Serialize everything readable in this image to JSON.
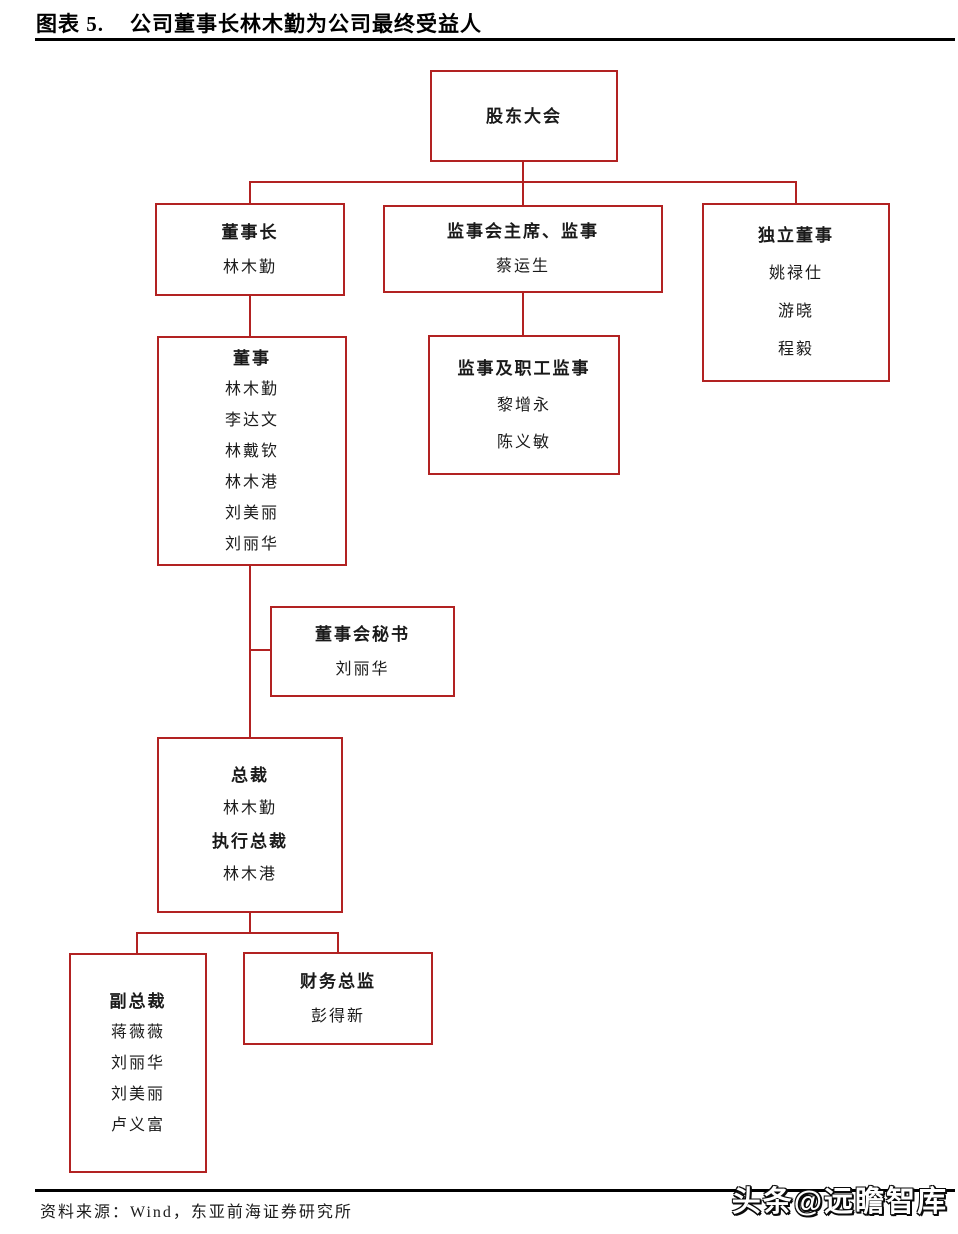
{
  "page": {
    "figure_label": "图表 5.",
    "figure_title": "公司董事长林木勤为公司最终受益人",
    "source": "资料来源：Wind，东亚前海证券研究所",
    "watermark": "头条@远瞻智库"
  },
  "colors": {
    "box_border": "#B22222",
    "connector": "#B22222",
    "rule": "#000000",
    "text": "#1A1A1A",
    "watermark_fill": "#FFFFFF",
    "watermark_outline": "#0A0A0A"
  },
  "org_chart": {
    "shareholders": {
      "title": "股东大会"
    },
    "chairman": {
      "title": "董事长",
      "members": [
        "林木勤"
      ]
    },
    "supervisory_chairman": {
      "title": "监事会主席、监事",
      "members": [
        "蔡运生"
      ]
    },
    "independent_directors": {
      "title": "独立董事",
      "members": [
        "姚禄仕",
        "游晓",
        "程毅"
      ]
    },
    "directors": {
      "title": "董事",
      "members": [
        "林木勤",
        "李达文",
        "林戴钦",
        "林木港",
        "刘美丽",
        "刘丽华"
      ]
    },
    "supervisors": {
      "title": "监事及职工监事",
      "members": [
        "黎增永",
        "陈义敏"
      ]
    },
    "board_secretary": {
      "title": "董事会秘书",
      "members": [
        "刘丽华"
      ]
    },
    "president": {
      "title": "总裁",
      "member": "林木勤",
      "title2": "执行总裁",
      "member2": "林木港"
    },
    "vice_presidents": {
      "title": "副总裁",
      "members": [
        "蒋薇薇",
        "刘丽华",
        "刘美丽",
        "卢义富"
      ]
    },
    "cfo": {
      "title": "财务总监",
      "members": [
        "彭得新"
      ]
    }
  }
}
